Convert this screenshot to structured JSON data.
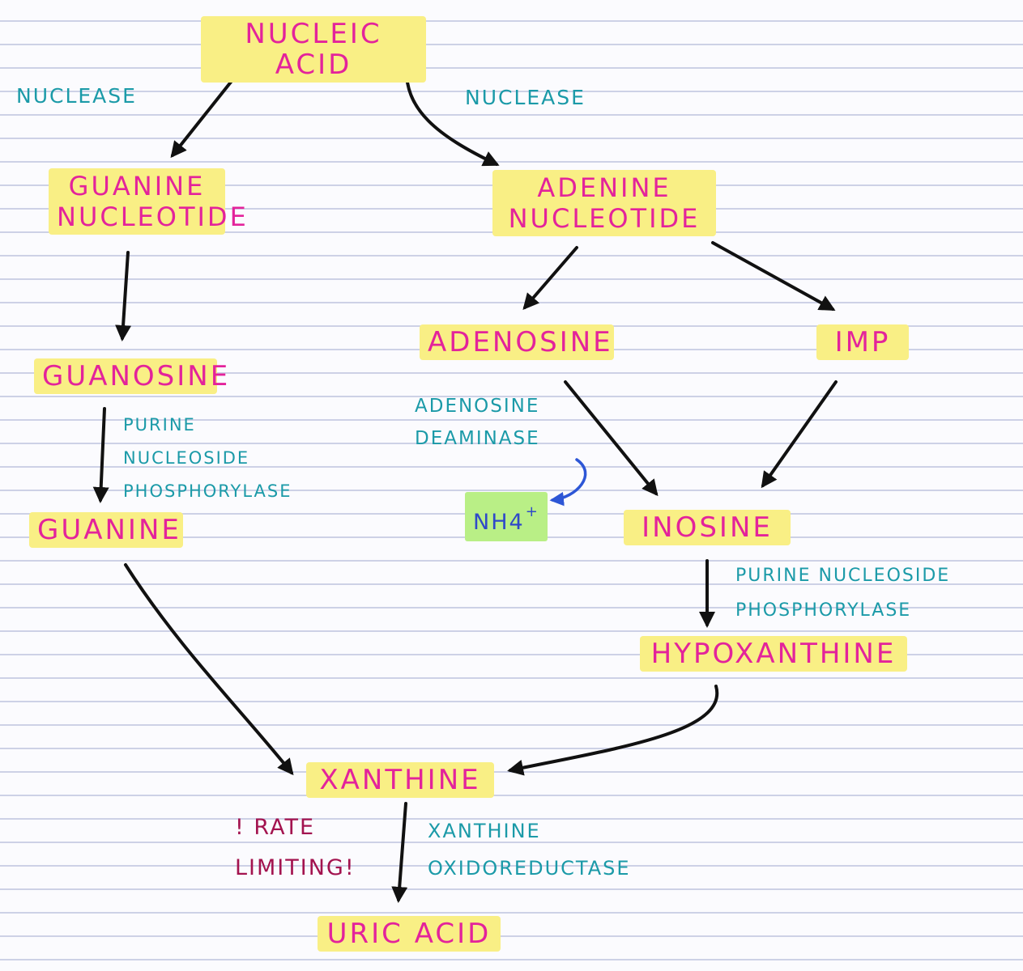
{
  "nodes": {
    "nucleic_acid": "NUCLEIC ACID",
    "guanine_nucleotide": "GUANINE\nNUCLEOTIDE",
    "adenine_nucleotide": "ADENINE\nNUCLEOTIDE",
    "guanosine": "GUANOSINE",
    "adenosine": "ADENOSINE",
    "imp": "IMP",
    "guanine": "GUANINE",
    "inosine": "INOSINE",
    "hypoxanthine": "HYPOXANTHINE",
    "xanthine": "XANTHINE",
    "uric_acid": "URIC ACID"
  },
  "enzymes": {
    "nuclease_left": "NUCLEASE",
    "nuclease_right": "NUCLEASE",
    "pnp_left": "PURINE\nNUCLEOSIDE\nPHOSPHORYLASE",
    "adenosine_deaminase": "ADENOSINE\nDEAMINASE",
    "pnp_right": "PURINE  NUCLEOSIDE\n   PHOSPHORYLASE",
    "xanthine_oxidoreductase": "XANTHINE\nOXIDOREDUCTASE"
  },
  "byproduct": {
    "base": "NH4",
    "charge": "+"
  },
  "note": "! RATE\n  LIMITING!",
  "colors": {
    "highlight": "#f9ef85",
    "node_text": "#e3239b",
    "enzyme_text": "#1b9aa8",
    "note_text": "#a3134f",
    "byproduct_bg": "#b9ef86",
    "byproduct_text": "#2f49c9",
    "arrow": "#111111",
    "side_arrow": "#2d56d6"
  }
}
